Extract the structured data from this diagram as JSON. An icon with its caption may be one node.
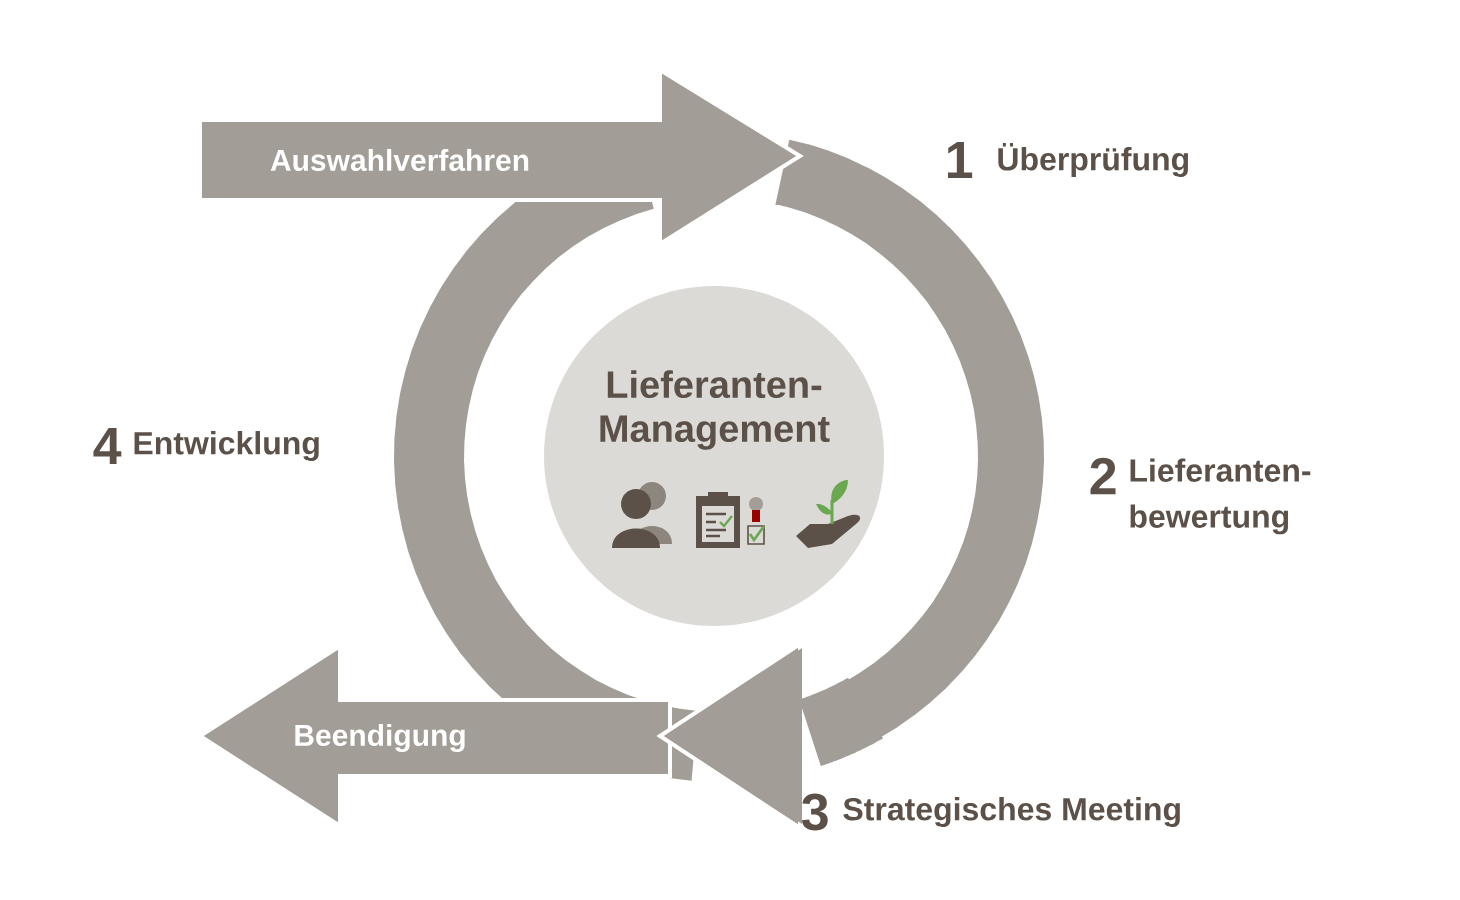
{
  "diagram": {
    "nodes": [
      {
        "text": [
          "Lieferanten-Management"
        ]
      },
      {
        "text": [
          "Auswahlverfahren"
        ]
      },
      {
        "text": [
          "Beendigung"
        ]
      }
    ],
    "labels": [
      "1",
      "Überprüfung",
      "4",
      "Entwicklung",
      "2",
      "Lieferanten-bewertung",
      "3",
      "Strategisches Meeting"
    ]
  }
}
